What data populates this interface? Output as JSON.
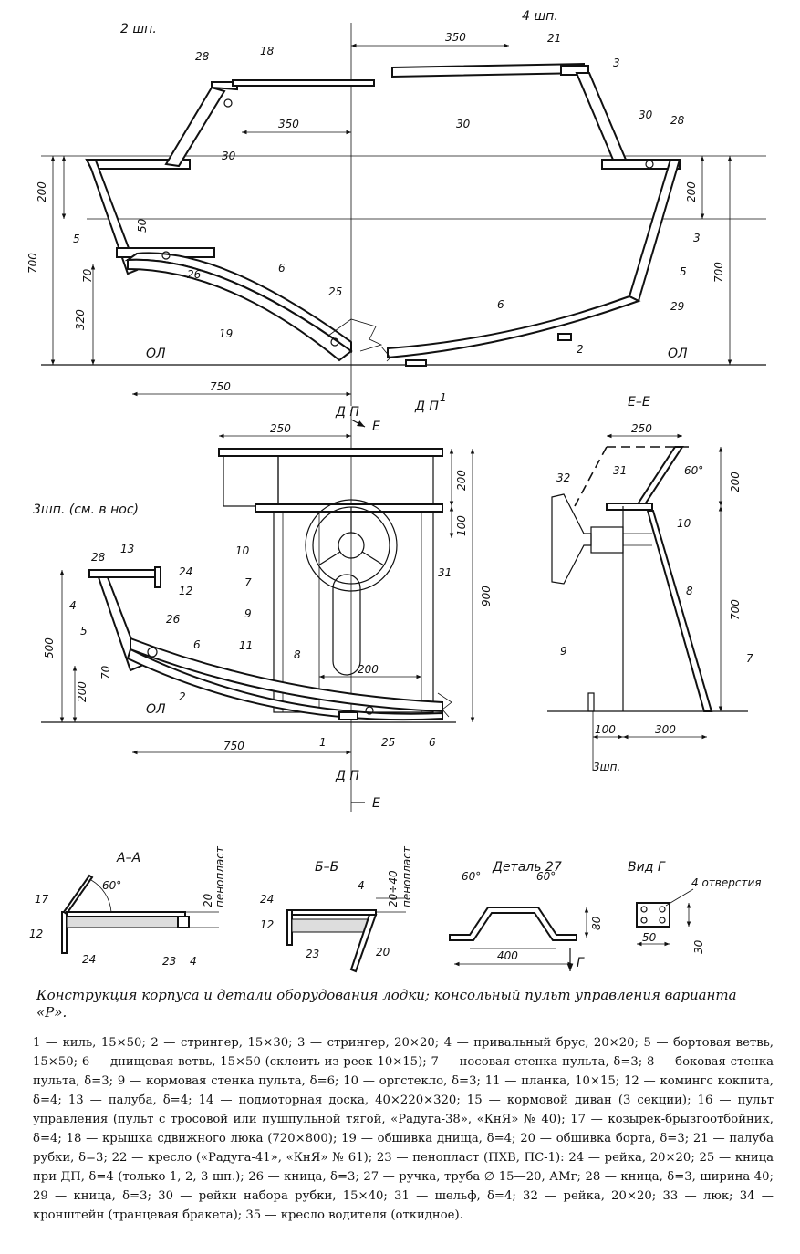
{
  "views": {
    "shp2": "2 шп.",
    "shp4": "4 шп.",
    "shp3": "3шп. (см. в нос)",
    "section_ee": "Е–Е",
    "section_aa": "А–А",
    "section_bb": "Б–Б",
    "detail27": "Деталь 27",
    "view_g": "Вид Г"
  },
  "axes": {
    "dp": "Д П",
    "ol": "ОЛ",
    "e": "Е",
    "g": "Г",
    "shp3_short": "3шп."
  },
  "dims": {
    "d350": "350",
    "d200": "200",
    "d700": "700",
    "d50": "50",
    "d70": "70",
    "d320": "320",
    "d750": "750",
    "d250": "250",
    "d100": "100",
    "d900": "900",
    "d500": "500",
    "d300": "300",
    "d20": "20",
    "d20_40": "20÷40",
    "d80": "80",
    "d400": "400",
    "d30": "30",
    "angle60": "60°",
    "penoplast": "пенопласт",
    "holes": "4 отверстия"
  },
  "parts": {
    "p1": "1",
    "p2": "2",
    "p3": "3",
    "p4": "4",
    "p5": "5",
    "p6": "6",
    "p7": "7",
    "p8": "8",
    "p9": "9",
    "p10": "10",
    "p11": "11",
    "p12": "12",
    "p13": "13",
    "p17": "17",
    "p18": "18",
    "p19": "19",
    "p20": "20",
    "p21": "21",
    "p23": "23",
    "p24": "24",
    "p25": "25",
    "p26": "26",
    "p28": "28",
    "p29": "29",
    "p30": "30",
    "p31": "31",
    "p32": "32"
  },
  "caption": "Конструкция корпуса и детали оборудования лодки; консольный пульт управления варианта «Р».",
  "legend": "1 — киль, 15×50; 2 — стрингер, 15×30; 3 — стрингер, 20×20; 4 — привальный брус, 20×20; 5 — бортовая ветвь, 15×50; 6 — днищевая ветвь, 15×50 (склеить из реек 10×15); 7 — носовая стенка пульта, δ=3; 8 — боковая стенка пульта, δ=3; 9 — кормовая стенка пульта, δ=6; 10 — оргстекло, δ=3; 11 — планка, 10×15; 12 — комингс кокпита, δ=4; 13 — палуба, δ=4; 14 — подмоторная доска, 40×220×320; 15 — кормовой диван (3 секции); 16 — пульт управления (пульт с тросовой или пушпульной тягой, «Радуга-38», «КнЯ» № 40); 17 — козырек-брызгоотбойник, δ=4; 18 — крышка сдвижного люка (720×800); 19 — обшивка днища, δ=4; 20 — обшивка борта, δ=3; 21 — палуба рубки, δ=3; 22 — кресло («Радуга-41», «КнЯ» № 61); 23 — пенопласт (ПХВ, ПС-1): 24 — рейка, 20×20; 25 — кница при ДП, δ=4 (только 1, 2, 3 шп.); 26 — кница, δ=3; 27 — ручка, труба ∅ 15—20, АМг; 28 — кница, δ=3, ширина 40; 29 — кница, δ=3; 30 — рейки набора рубки, 15×40; 31 — шельф, δ=4; 32 — рейка, 20×20; 33 — люк; 34 — кронштейн (транцевая бракета); 35 — кресло водителя (откидное)."
}
